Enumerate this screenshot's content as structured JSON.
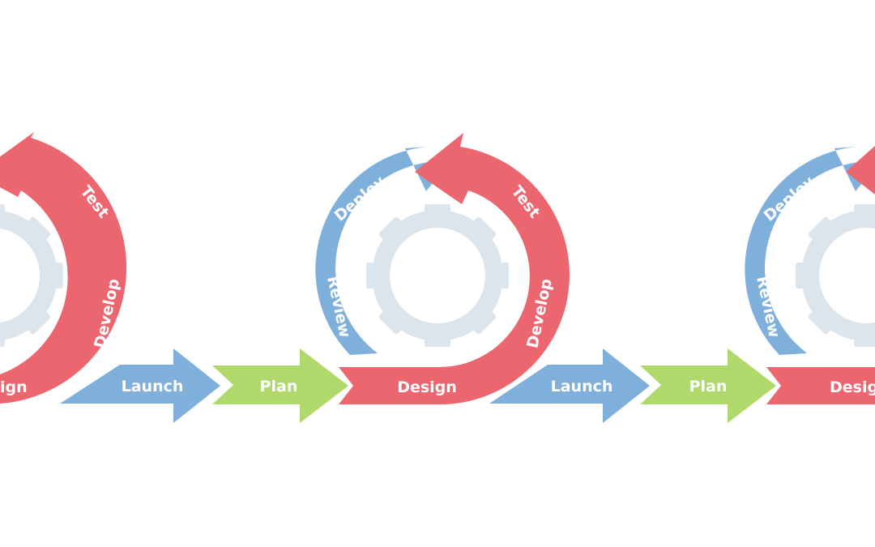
{
  "labels": {
    "launch": "Launch",
    "plan": "Plan",
    "design": "Design",
    "design_partial_left": "ign",
    "design_partial_right": "Desig",
    "develop": "Develop",
    "test": "Test",
    "deploy": "Deploy",
    "review": "Review"
  },
  "colors": {
    "red": "#ec6670",
    "blue": "#7fb0dc",
    "green": "#afd96a",
    "gear": "#dce4ec",
    "background": "#ffffff"
  },
  "icons": [
    "gear-icon",
    "cycle-arrow-icon",
    "arrow-right-icon"
  ]
}
